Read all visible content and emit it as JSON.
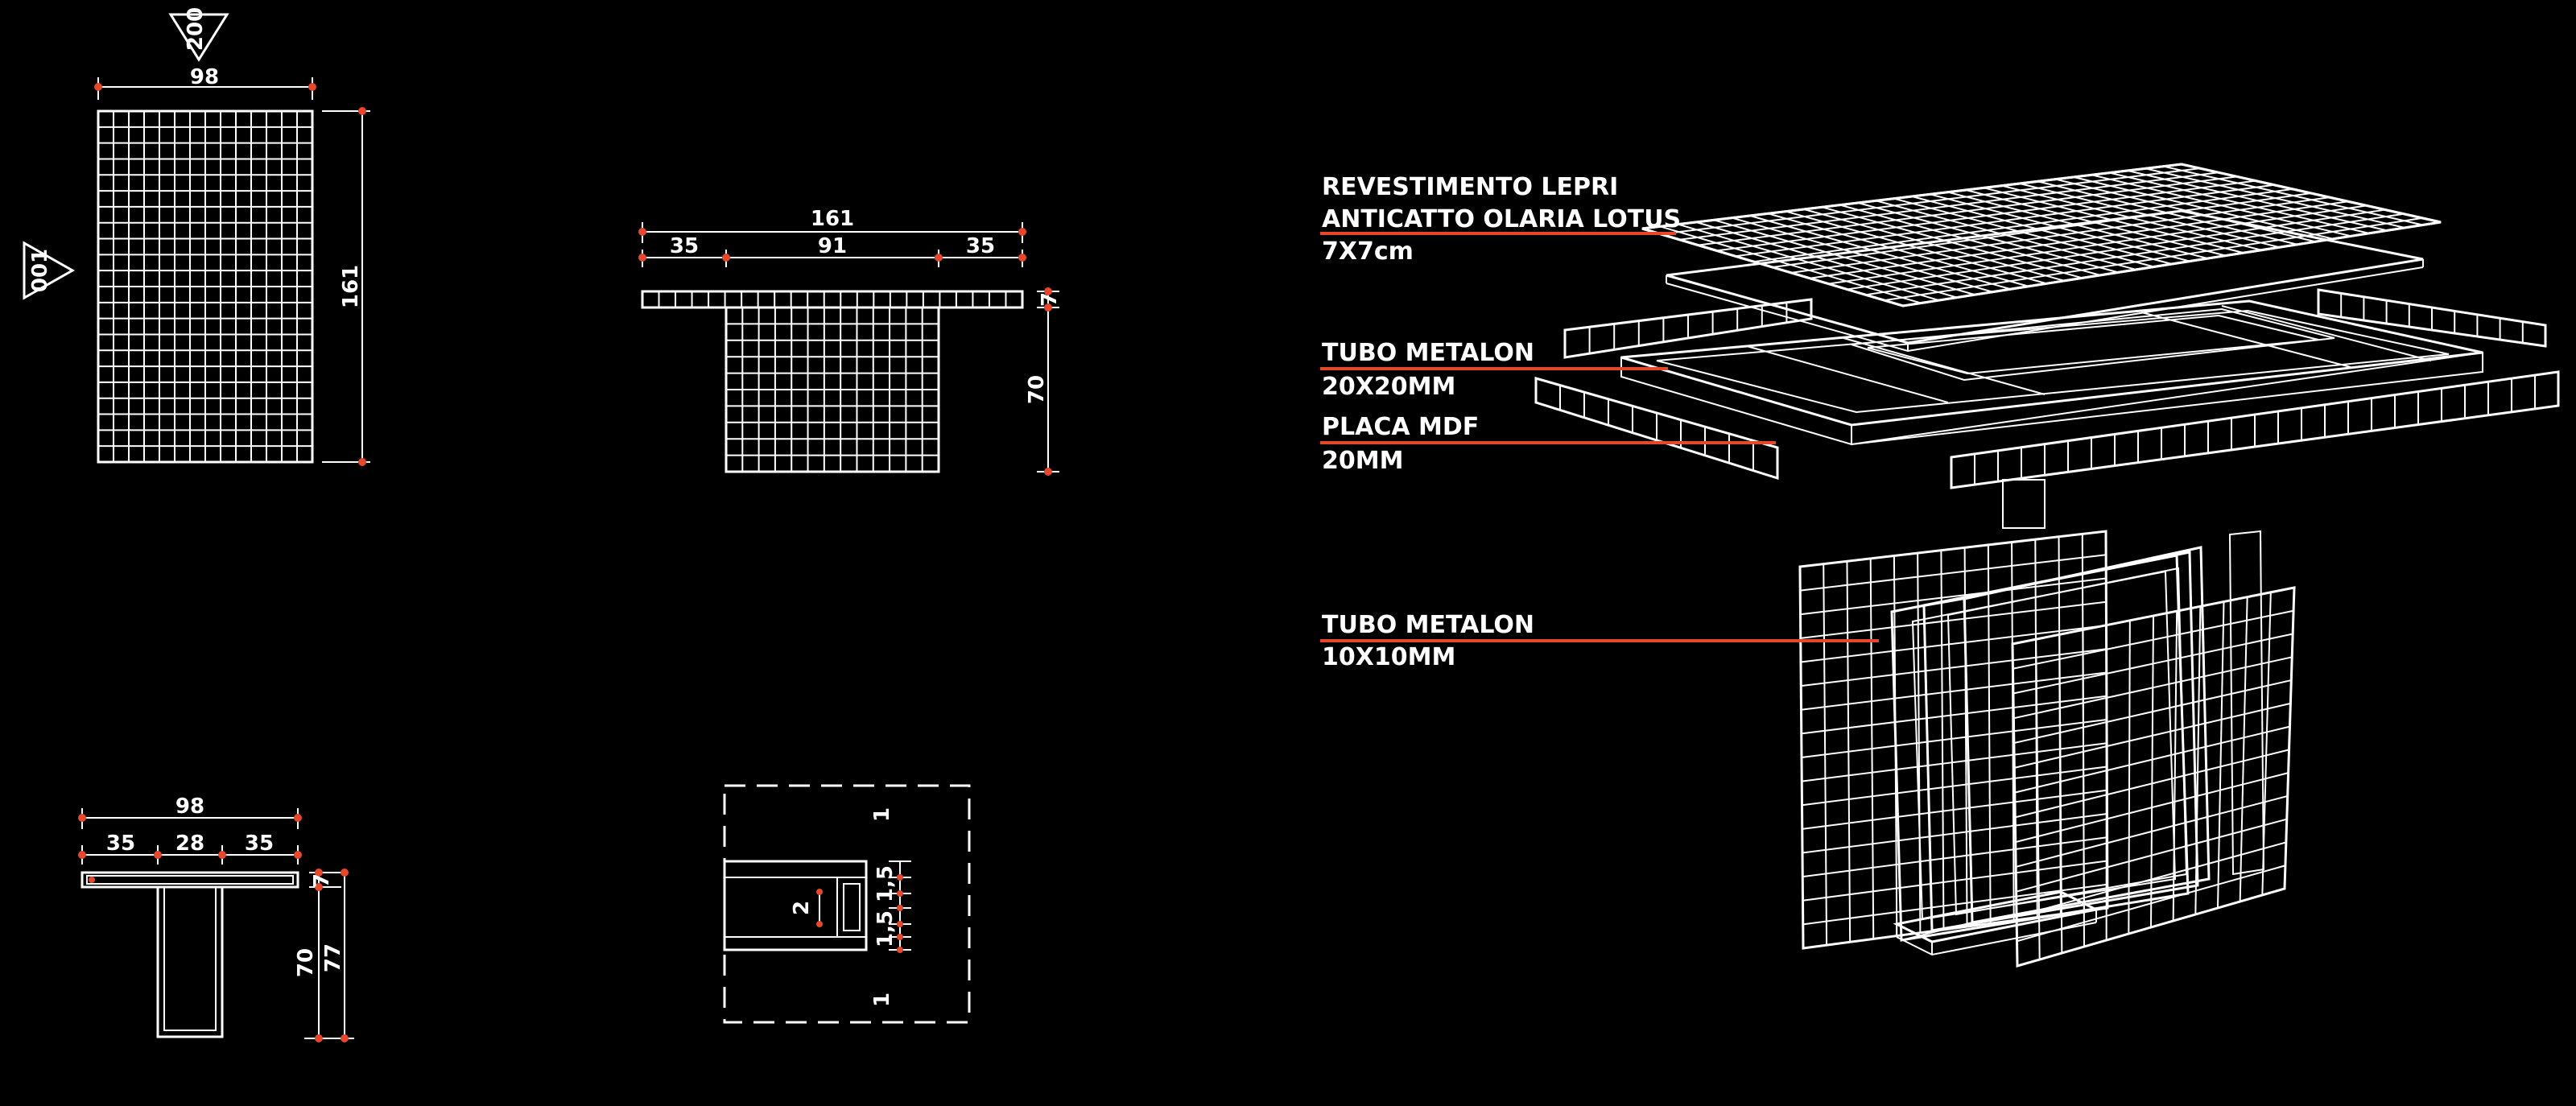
{
  "colors": {
    "background": "#000000",
    "lines": "#ffffff",
    "accent": "#e8472b"
  },
  "markers": {
    "section_ref": "200",
    "view_ref": "001"
  },
  "plan_view": {
    "width": "98",
    "length": "161"
  },
  "front_elevation": {
    "total": "161",
    "left_overhang": "35",
    "base": "91",
    "right_overhang": "35",
    "top_thickness": "7",
    "base_height": "70"
  },
  "side_elevation": {
    "total": "98",
    "left_overhang": "35",
    "base": "28",
    "right_overhang": "35",
    "top_thickness": "7",
    "base_height": "70",
    "total_height": "77"
  },
  "detail": {
    "left_dim": "1",
    "right_dim": "1",
    "inner_dim": "2",
    "upper_dim": "1,5",
    "lower_dim": "1,5"
  },
  "exploded_labels": [
    {
      "line1": "REVESTIMENTO LEPRI",
      "line2": "ANTICATTO OLARIA LOTUS",
      "line3": "7X7cm"
    },
    {
      "line1": "TUBO METALON",
      "line2": "20X20MM"
    },
    {
      "line1": "PLACA MDF",
      "line2": "20MM"
    },
    {
      "line1": "TUBO METALON",
      "line2": "10X10MM"
    }
  ]
}
